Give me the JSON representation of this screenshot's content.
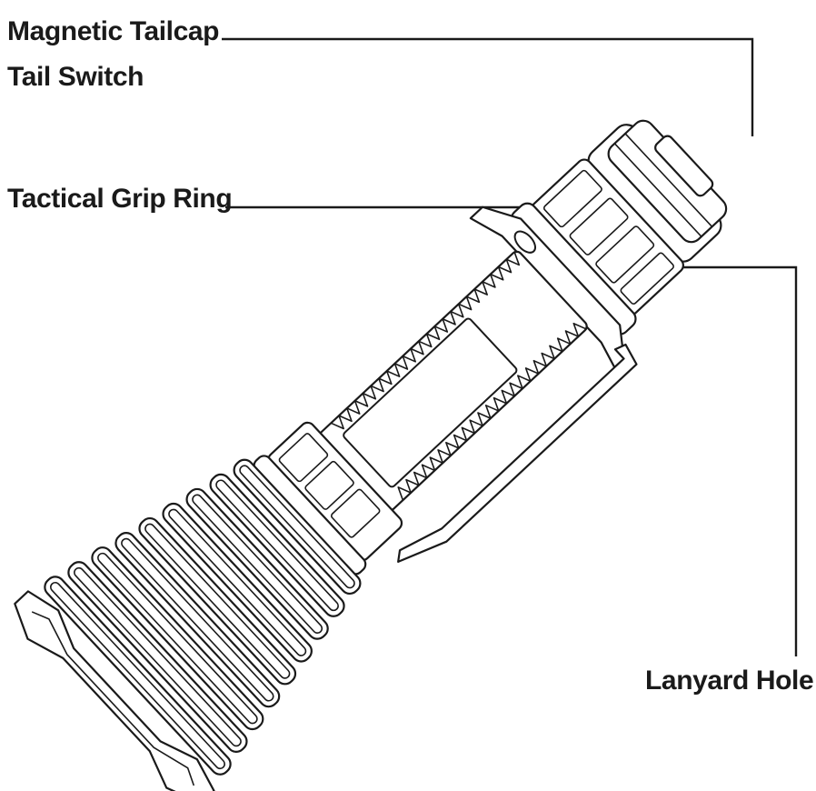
{
  "callouts": {
    "magnetic_tailcap": "Magnetic Tailcap",
    "tail_switch": "Tail Switch",
    "tactical_grip_ring": "Tactical Grip Ring",
    "lanyard_hole": "Lanyard Hole"
  },
  "colors": {
    "ink": "#1a1a1a",
    "background": "#ffffff"
  }
}
